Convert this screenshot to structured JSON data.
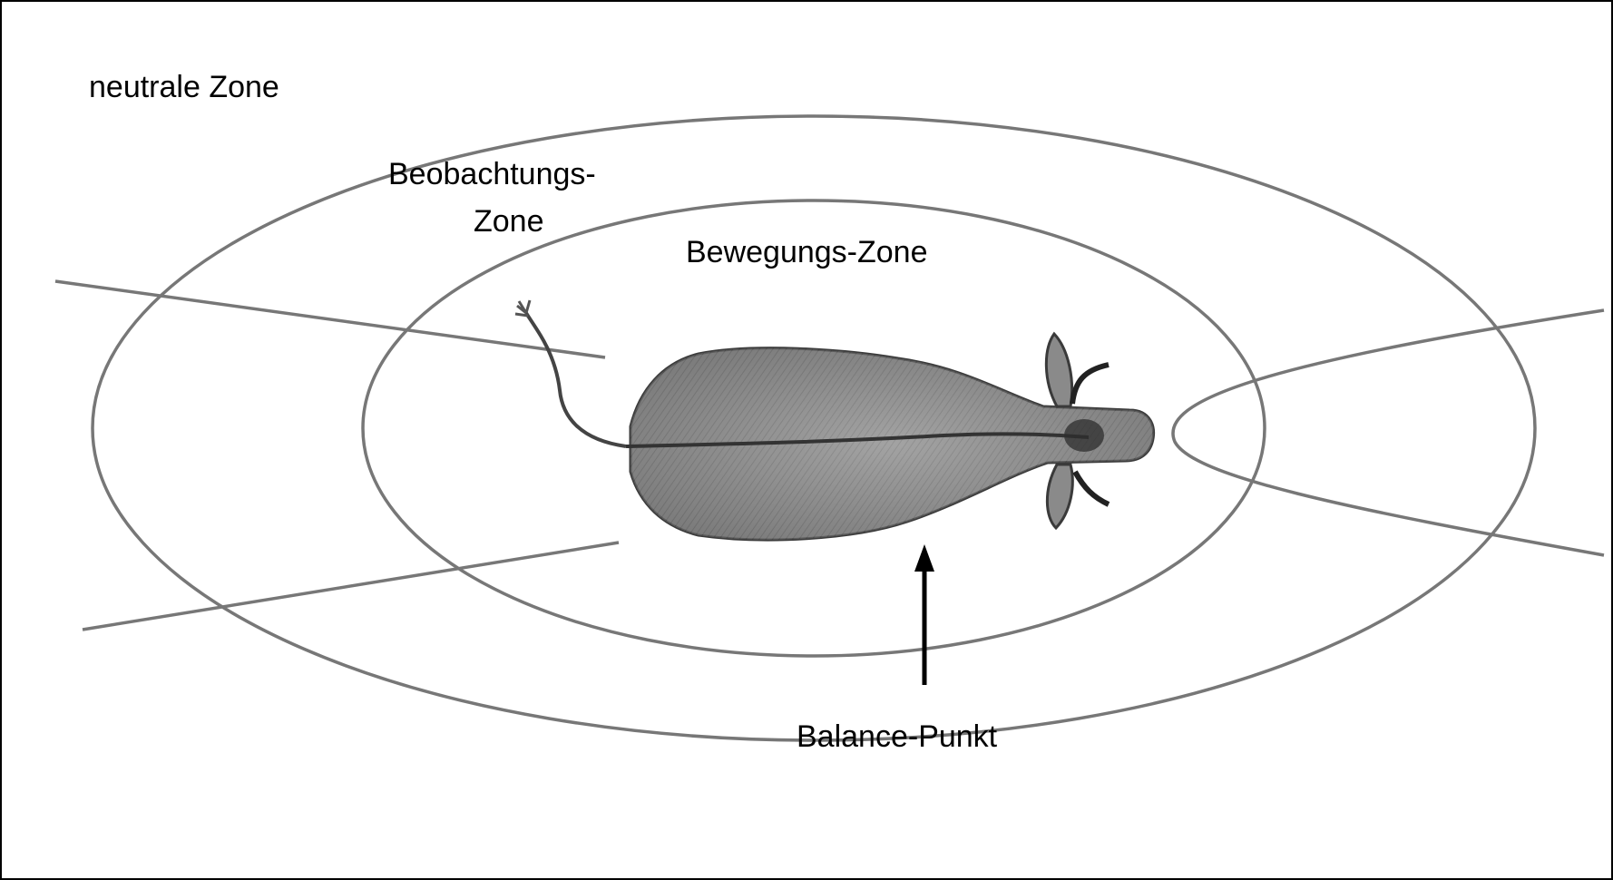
{
  "labels": {
    "neutral_zone": "neutrale Zone",
    "observation_zone_line1": "Beobachtungs-",
    "observation_zone_line2": "Zone",
    "movement_zone": "Bewegungs-Zone",
    "balance_point": "Balance-Punkt"
  },
  "colors": {
    "zone_lines": "#777777",
    "frame": "#000000",
    "text": "#000000",
    "cow_body": "#8a8a8a",
    "cow_outline": "#3a3a3a"
  },
  "icons": {
    "animal": "cow-top-view-icon",
    "pointer": "arrow-up-icon"
  }
}
